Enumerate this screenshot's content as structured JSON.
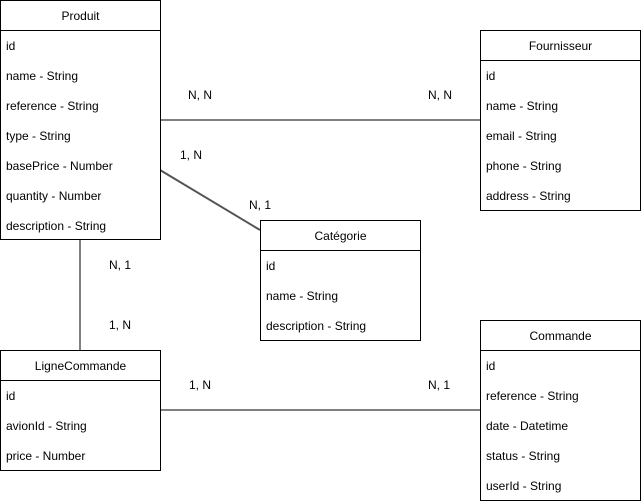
{
  "entities": {
    "produit": {
      "title": "Produit",
      "attributes": [
        "id",
        "name - String",
        "reference - String",
        "type - String",
        "basePrice - Number",
        "quantity - Number",
        "description - String"
      ]
    },
    "fournisseur": {
      "title": "Fournisseur",
      "attributes": [
        "id",
        "name - String",
        "email - String",
        "phone - String",
        "address - String"
      ]
    },
    "categorie": {
      "title": "Catégorie",
      "attributes": [
        "id",
        "name - String",
        "description - String"
      ]
    },
    "lignecommande": {
      "title": "LigneCommande",
      "attributes": [
        "id",
        "avionId - String",
        "price - Number"
      ]
    },
    "commande": {
      "title": "Commande",
      "attributes": [
        "id",
        "reference - String",
        "date - Datetime",
        "status - String",
        "userId - String"
      ]
    }
  },
  "relations": {
    "produit_fournisseur": {
      "left": "N, N",
      "right": "N, N"
    },
    "produit_categorie": {
      "left": "1, N",
      "right": "N, 1"
    },
    "produit_lignecommande": {
      "top": "N, 1",
      "bottom": "1, N"
    },
    "lignecommande_commande": {
      "left": "1, N",
      "right": "N, 1"
    }
  }
}
